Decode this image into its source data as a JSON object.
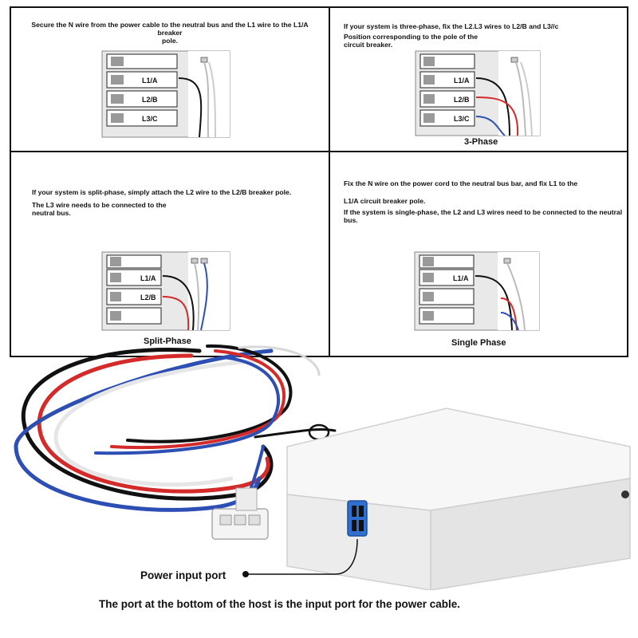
{
  "panels": {
    "top_left": {
      "line1": "Secure the N wire from the power cable to the neutral bus and the L1 wire to the L1/A breaker",
      "line2": "pole.",
      "breakers": [
        "L1/A",
        "L2/B",
        "L3/C"
      ]
    },
    "top_right": {
      "line1": "If your system is three-phase, fix the L2.L3 wires to L2/B and L3//c",
      "line2": "Position corresponding to the pole of the",
      "line3": "circuit breaker.",
      "breakers": [
        "L1/A",
        "L2/B",
        "L3/C"
      ],
      "caption": "3-Phase"
    },
    "bottom_left": {
      "line1": "If your system is split-phase, simply attach the L2 wire to the L2/B breaker pole.",
      "line2": "The L3 wire needs to be connected to the",
      "line3": "neutral bus.",
      "breakers": [
        "L1/A",
        "L2/B"
      ],
      "caption": "Split-Phase"
    },
    "bottom_right": {
      "line1": "Fix the N wire on the power cord to the neutral bus bar, and fix L1 to the",
      "line2": "L1/A circuit breaker pole.",
      "line3": "If the system is single-phase, the L2 and L3 wires need to be connected to the neutral bus.",
      "breakers": [
        "L1/A"
      ],
      "caption": "Single Phase"
    }
  },
  "product": {
    "port_label": "Power input port",
    "footer": "The port at the bottom of the host is the input port for the power cable."
  },
  "colors": {
    "black_wire": "#111111",
    "red_wire": "#d42a2a",
    "blue_wire": "#2d4fb4",
    "white_wire": "#f0f0f0",
    "device": "#f2f2f2",
    "port": "#2f6fd0"
  }
}
